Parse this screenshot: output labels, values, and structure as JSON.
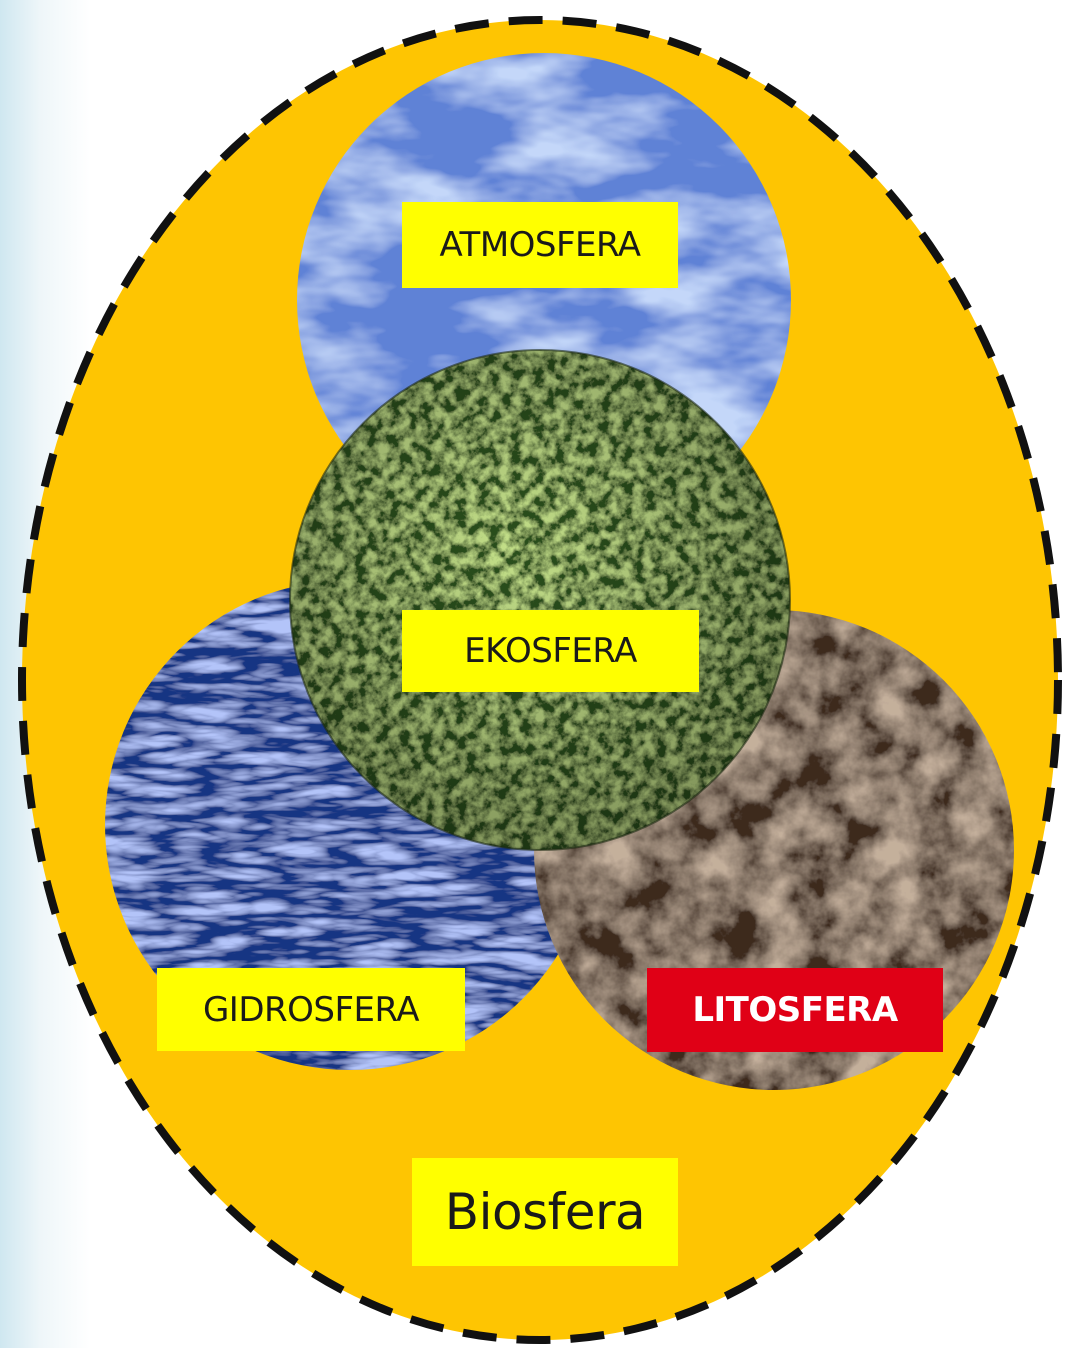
{
  "diagram": {
    "outer": {
      "label": "Biosfera",
      "fill": "#fec502",
      "border": "#111111",
      "label_bg": "#ffff00"
    },
    "spheres": [
      {
        "id": "atmosfera",
        "label": "ATMOSFERA",
        "texture": "sky-clouds",
        "label_bg": "#ffff00",
        "label_color": "#1a1a1a"
      },
      {
        "id": "gidrosfera",
        "label": "GIDROSFERA",
        "texture": "water-waves",
        "label_bg": "#ffff00",
        "label_color": "#1a1a1a"
      },
      {
        "id": "litosfera",
        "label": "LITOSFERA",
        "texture": "rock-soil",
        "label_bg": "#e00016",
        "label_color": "#ffffff"
      },
      {
        "id": "ekosfera",
        "label": "EKOSFERA",
        "texture": "forest-canopy",
        "label_bg": "#ffff00",
        "label_color": "#1a1a1a"
      }
    ]
  }
}
